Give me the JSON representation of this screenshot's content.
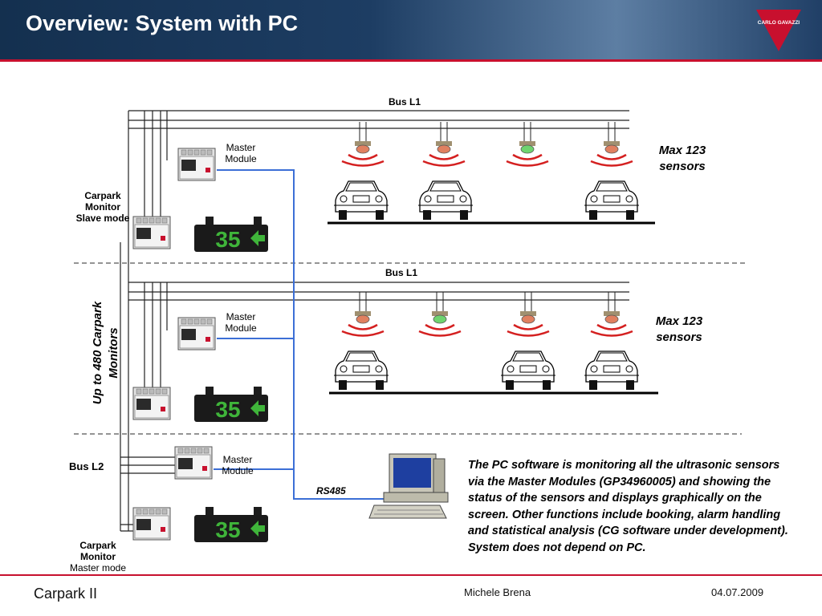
{
  "header": {
    "title": "Overview: System with PC",
    "logo_text": "CARLO GAVAZZI"
  },
  "labels": {
    "bus_l1_top": "Bus L1",
    "bus_l1_mid": "Bus L1",
    "bus_l2": "Bus L2",
    "master_module_1": "Master Module",
    "master_module_2": "Master Module",
    "master_module_3": "Master Module",
    "carpark_slave_line1": "Carpark",
    "carpark_slave_line2": "Monitor",
    "carpark_slave_line3": "Slave mode",
    "carpark_master_line1": "Carpark",
    "carpark_master_line2": "Monitor",
    "carpark_master_line3": "Master mode",
    "max_sensors_1_line1": "Max 123",
    "max_sensors_1_line2": "sensors",
    "max_sensors_2_line1": "Max 123",
    "max_sensors_2_line2": "sensors",
    "up_to_monitors_line1": "Up to 480 Carpark",
    "up_to_monitors_line2": "Monitors",
    "rs485": "RS485",
    "display_value": "35"
  },
  "description": "The PC software is monitoring all the ultrasonic sensors via the Master Modules (GP34960005) and showing the status of the sensors and displays graphically on the screen. Other functions include booking, alarm handling and statistical analysis (CG software under development). System does not depend on PC.",
  "footer": {
    "left": "Carpark II",
    "author": "Michele Brena",
    "date": "04.07.2009"
  },
  "colors": {
    "accent_red": "#c8102e",
    "header_blue": "#1d3d63",
    "rs485_line": "#3c6fd6",
    "display_green": "#3fb43a"
  }
}
